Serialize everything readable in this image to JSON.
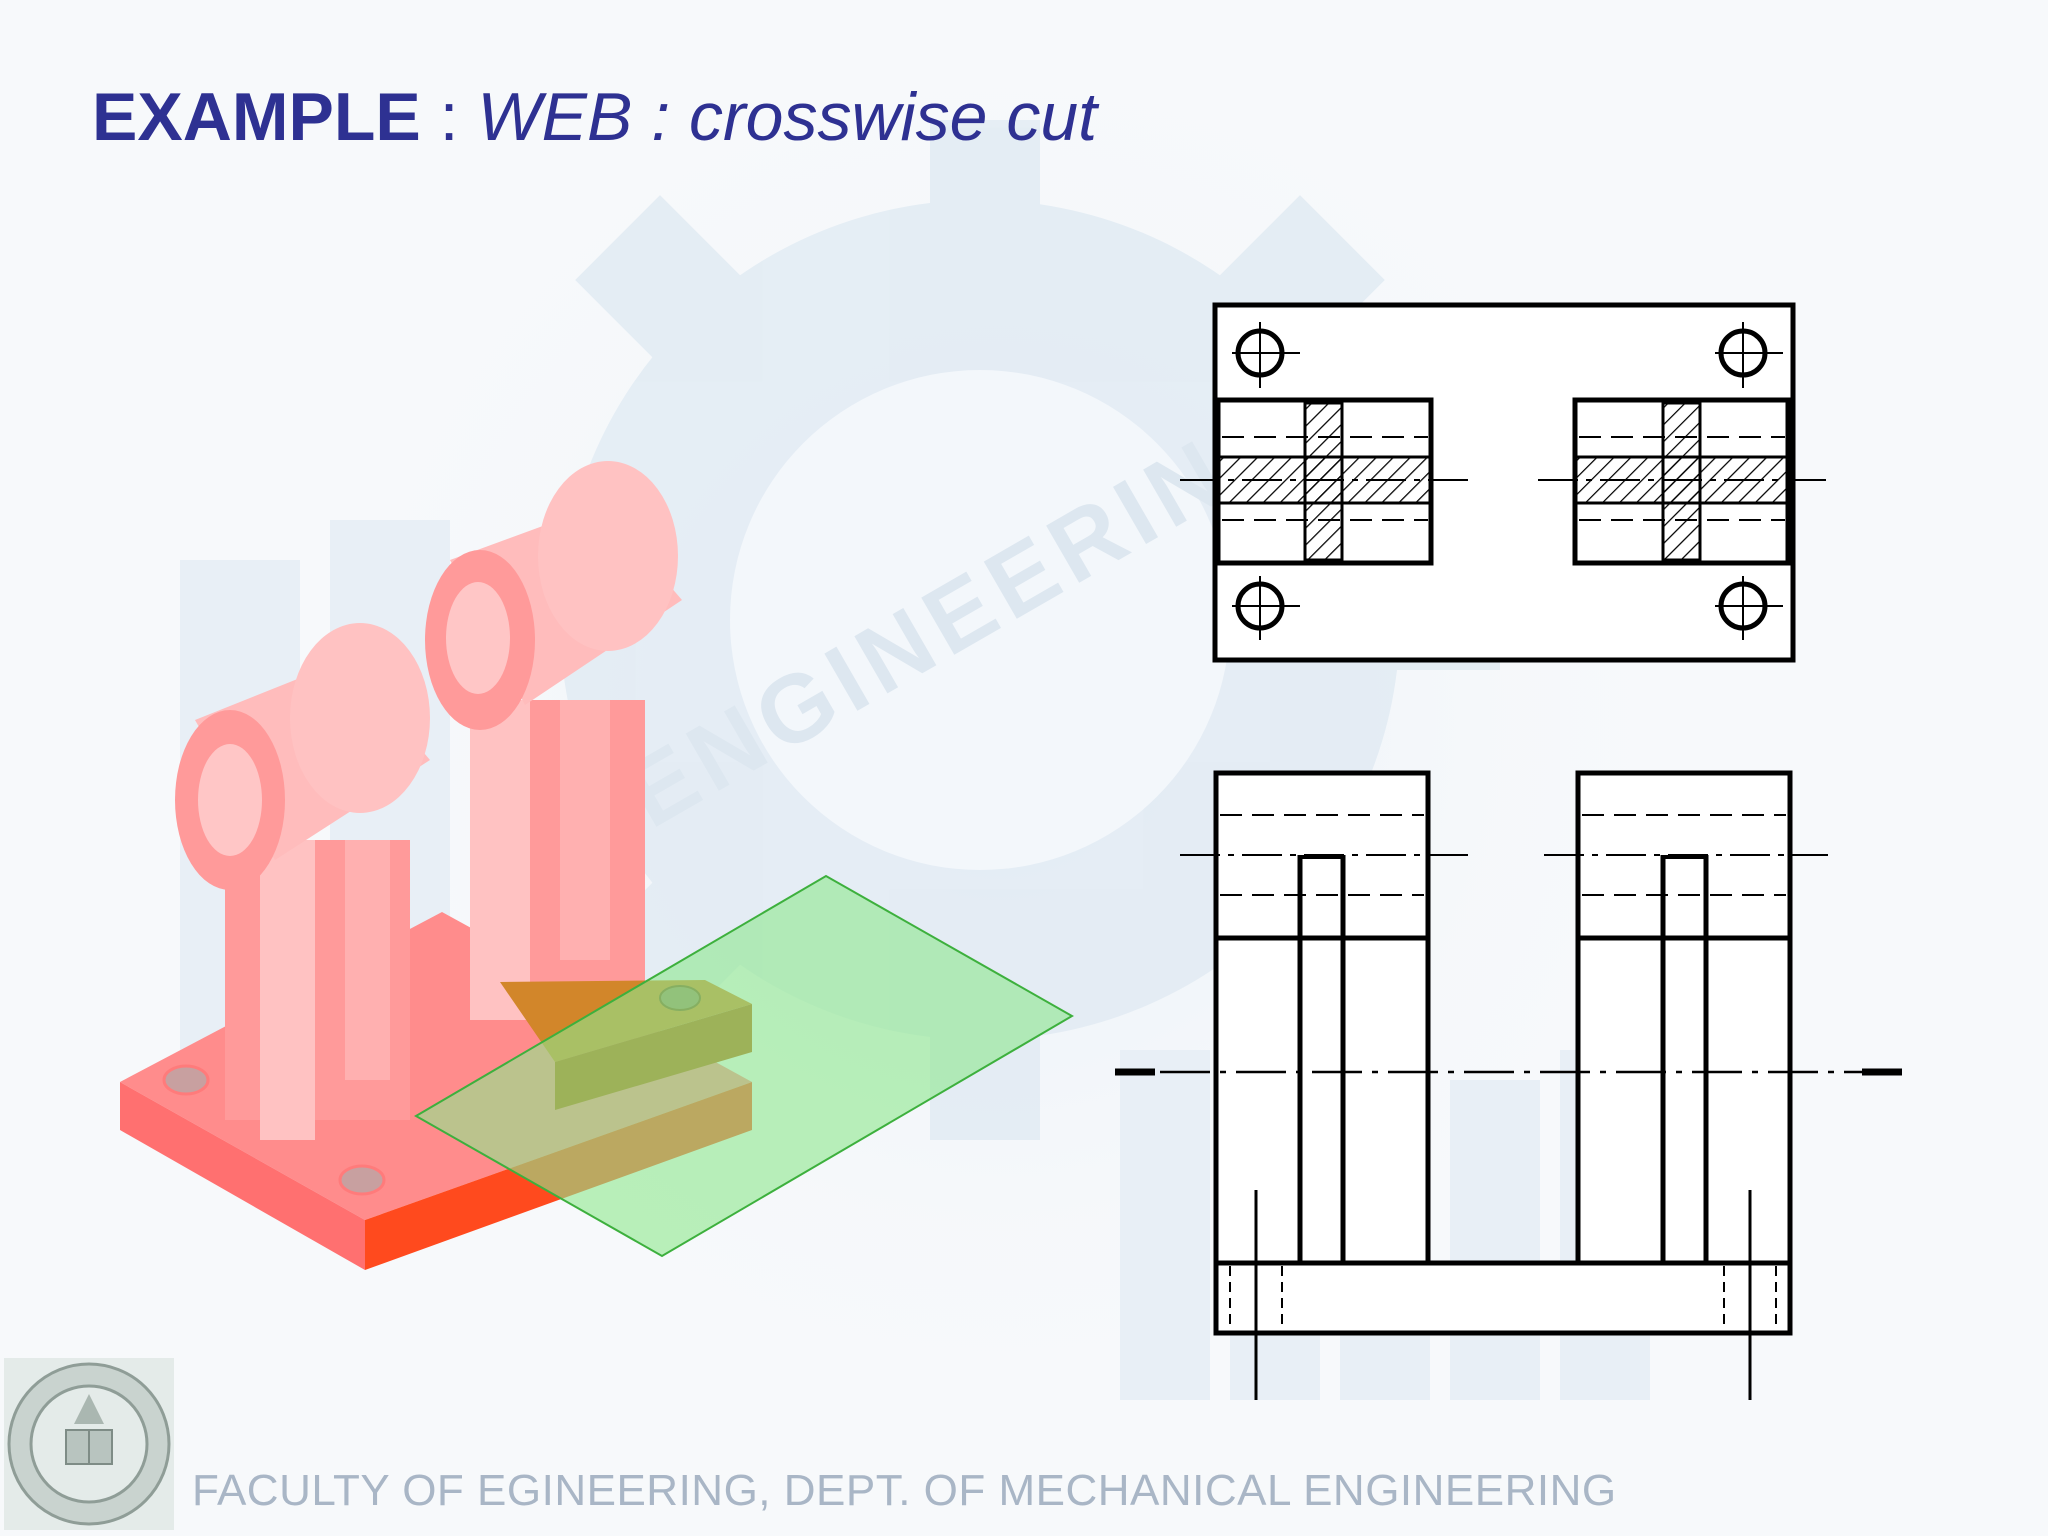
{
  "slide": {
    "title_bold": "EXAMPLE",
    "title_sep": " : ",
    "title_italic": "WEB : crosswise cut",
    "footer": "FACULTY  OF EGINEERING, DEPT. OF MECHANICAL ENGINEERING",
    "watermark": "ENGINEERING"
  },
  "colors": {
    "title": "#2e3192",
    "part_light": "#ffc2c2",
    "part_mid": "#ff9a9a",
    "part_dark": "#ff7b7b",
    "base_side": "#ff4a1e",
    "cut_section": "#b5620c",
    "cutting_plane": "#8ee88e",
    "footer": "#a9b6c6"
  },
  "icons": {
    "logo": "university-seal-icon",
    "background": "gear-watermark"
  }
}
